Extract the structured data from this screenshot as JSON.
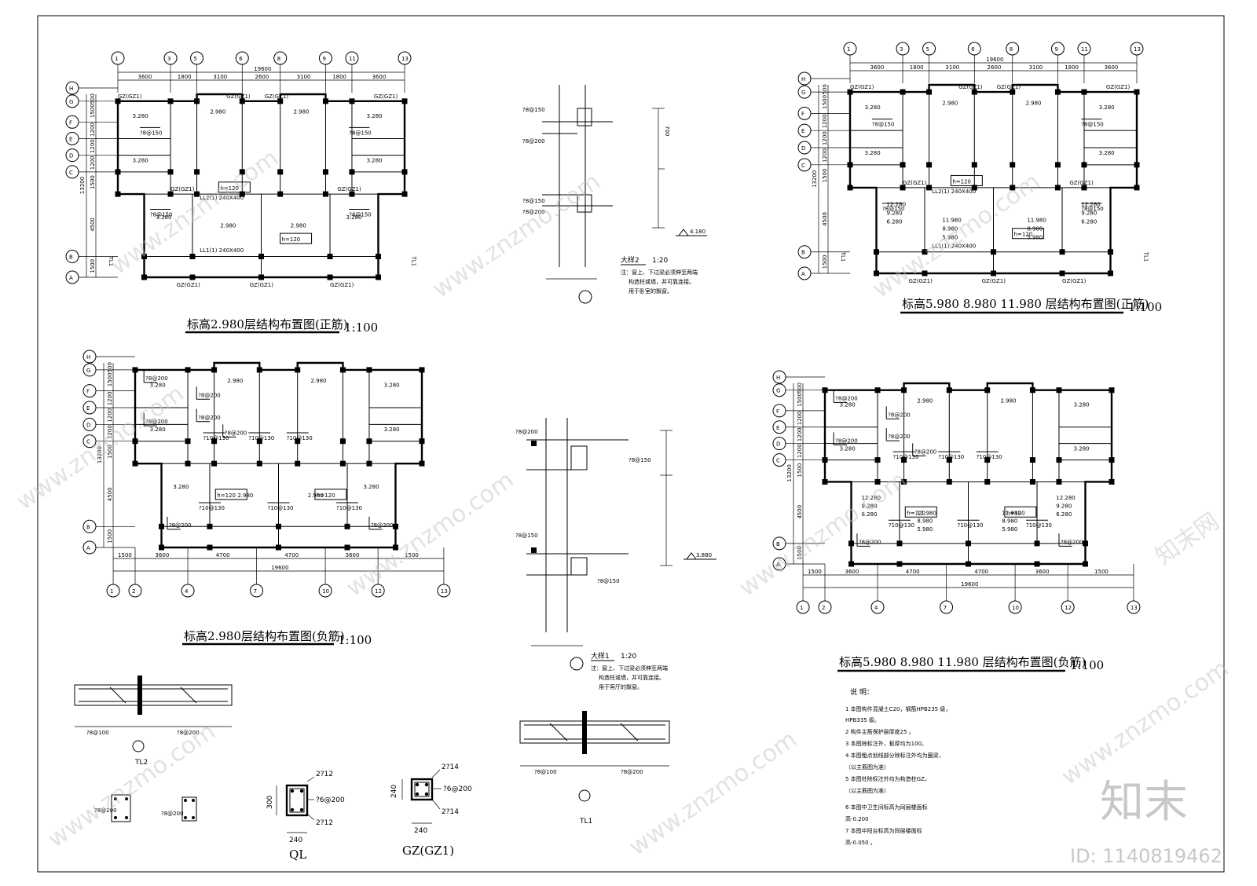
{
  "titles": {
    "plan_a": "标高2.980层结构布置图(正筋)",
    "plan_b": "标高5.980 8.980 11.980 层结构布置图(正筋)",
    "plan_c": "标高2.980层结构布置图(负筋)",
    "plan_d": "标高5.980 8.980 11.980 层结构布置图(负筋)",
    "scale": "1:100"
  },
  "axes": {
    "top_labels": [
      "1",
      "3",
      "5",
      "6",
      "8",
      "9",
      "11",
      "13"
    ],
    "top_dims": [
      "3600",
      "1800",
      "3100",
      "2600",
      "3100",
      "1800",
      "3600"
    ],
    "bottom_labels": [
      "1",
      "2",
      "4",
      "7",
      "10",
      "12",
      "13"
    ],
    "bottom_dims": [
      "1500",
      "3600",
      "4700",
      "4700",
      "3600",
      "1500"
    ],
    "total": "19600",
    "row_labels": [
      "H",
      "G",
      "F",
      "E",
      "D",
      "C",
      "B",
      "A"
    ],
    "row_dims": [
      "500",
      "1500",
      "1200",
      "1200",
      "1200",
      "1500",
      "4500",
      "1500"
    ],
    "row_total": "13200"
  },
  "annotations": {
    "gz": "GZ(GZ1)",
    "h120": "h=120",
    "elev_3280": "3.280",
    "elev_2980": "2.980",
    "stack_a": [
      "12.280",
      "9.280",
      "6.280"
    ],
    "stack_b": [
      "11.980",
      "8.980",
      "5.980"
    ],
    "ll1": "LL1(1) 240X400",
    "ll2": "LL2(1) 240X400",
    "tl1": "TL1",
    "bar_a": "?8@150",
    "bar_b": "?8@200",
    "bar_c": "?10@130"
  },
  "details": {
    "detail2_title": "大样2",
    "detail1_title": "大样1",
    "detail_scale": "1:20",
    "note2": [
      "注：窗上、下过梁必须伸至两端",
      "构造柱或墙，并可靠连接。",
      "用于卧室的飘窗。"
    ],
    "note1": [
      "注：窗上、下过梁必须伸至两端",
      "构造柱或墙，并可靠连接。",
      "用于客厅的飘窗。"
    ],
    "elev1": "4.180",
    "elev2": "3.880",
    "dim700": "700"
  },
  "sections": {
    "tl2": "TL2",
    "tl1": "TL1",
    "ql": "QL",
    "gz": "GZ(GZ1)",
    "ql_top": "2?12",
    "ql_bot": "2?12",
    "ql_stir": "?6@200",
    "ql_h": "300",
    "ql_w": "240",
    "gz_top": "2?14",
    "gz_bot": "2?14",
    "gz_stir": "?6@200",
    "gz_h": "240",
    "gz_w": "240",
    "beam_label": "?8@100",
    "beam_label2": "?8@200"
  },
  "notes": {
    "heading": "说  明：",
    "items": [
      "1  本图构件混凝土C20，钢筋HPB235  级，",
      "    HPB335   级。",
      "2  构件主筋保护层厚度25 。",
      "3  本图除标注外，板厚均为100。",
      "4  本图粗点划线部分除标注外均为圈梁，",
      "    （以主筋图为准）",
      "5  本图柱除标注外均为构造柱GZ，",
      "    （以主筋图为准）",
      "6  本图中卫生间标高为同层楼面标",
      "    高-0.200",
      "7  本图中阳台标高为同层楼面标",
      "    高-0.050 。"
    ]
  },
  "watermark": {
    "site": "www.znzmo.com",
    "brand": "知末网",
    "logo": "知末",
    "id": "ID: 1140819462"
  }
}
